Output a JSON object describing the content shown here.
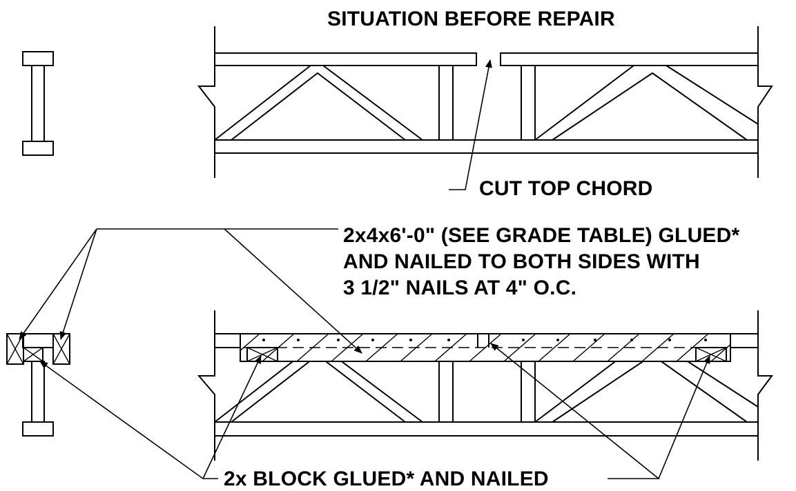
{
  "diagram": {
    "title": "SITUATION BEFORE REPAIR",
    "cut_label": "CUT TOP CHORD",
    "reinforcement_lines": [
      "2x4x6'-0\" (SEE GRADE TABLE) GLUED*",
      "AND NAILED TO BOTH SIDES WITH",
      "3 1/2\" NAILS AT 4\" O.C."
    ],
    "block_label": "2x BLOCK GLUED* AND NAILED"
  }
}
